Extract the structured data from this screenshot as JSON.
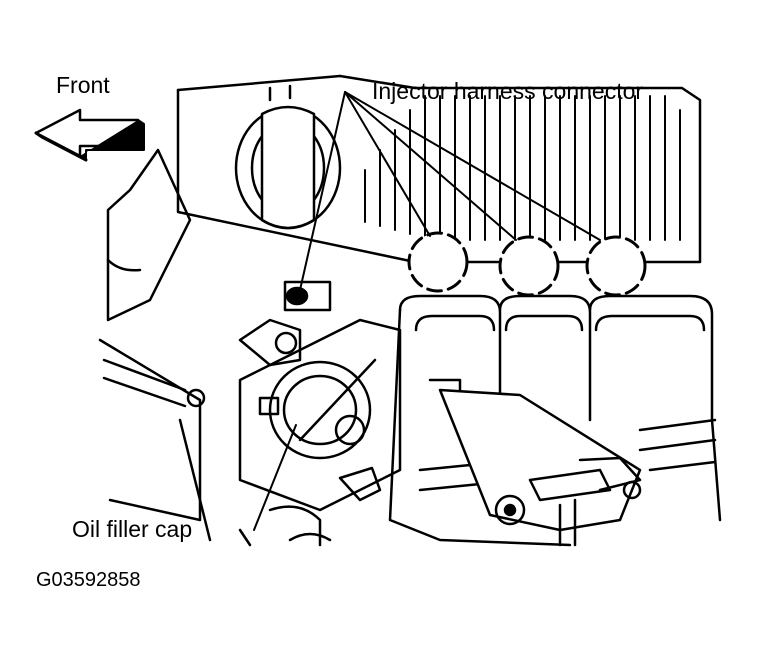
{
  "labels": {
    "front": "Front",
    "injector_harness_connector": "Injector harness connector",
    "oil_filler_cap": "Oil filler cap",
    "figure_id": "G03592858"
  },
  "colors": {
    "ink": "#000000",
    "paper": "#ffffff"
  }
}
